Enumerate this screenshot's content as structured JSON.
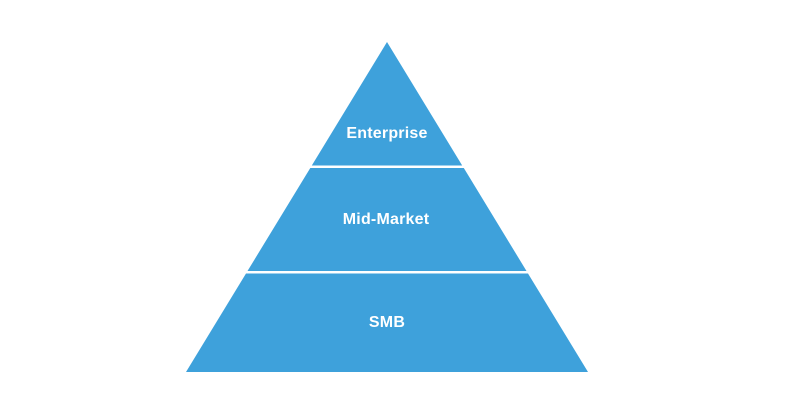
{
  "diagram": {
    "type": "pyramid",
    "tiers": [
      {
        "label": "Enterprise",
        "position": "top"
      },
      {
        "label": "Mid-Market",
        "position": "middle"
      },
      {
        "label": "SMB",
        "position": "bottom"
      }
    ]
  },
  "colors": {
    "pyramid_fill": "#3EA1DB",
    "label_text": "#FFFFFF",
    "background": "#FFFFFF"
  }
}
